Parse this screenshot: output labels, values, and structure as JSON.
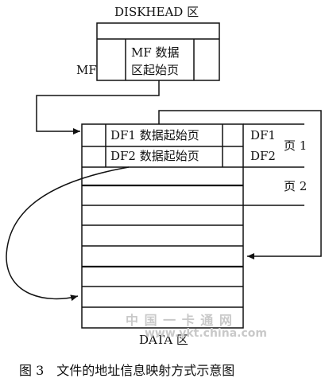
{
  "diskhead_label": "DISKHEAD 区",
  "mf_label": "MF",
  "mf_cell": {
    "line1": "MF 数据",
    "line2": "区起始页"
  },
  "df_rows": [
    {
      "cell": "DF1 数据起始页",
      "side": "DF1"
    },
    {
      "cell": "DF2 数据起始页",
      "side": "DF2"
    }
  ],
  "page_labels": [
    "页 1",
    "页 2"
  ],
  "data_label": "DATA 区",
  "watermark": {
    "line1": "中 国 一 卡 通 网",
    "line2": "www.ykt.china.com"
  },
  "caption": "图 3　文件的地址信息映射方式示意图"
}
